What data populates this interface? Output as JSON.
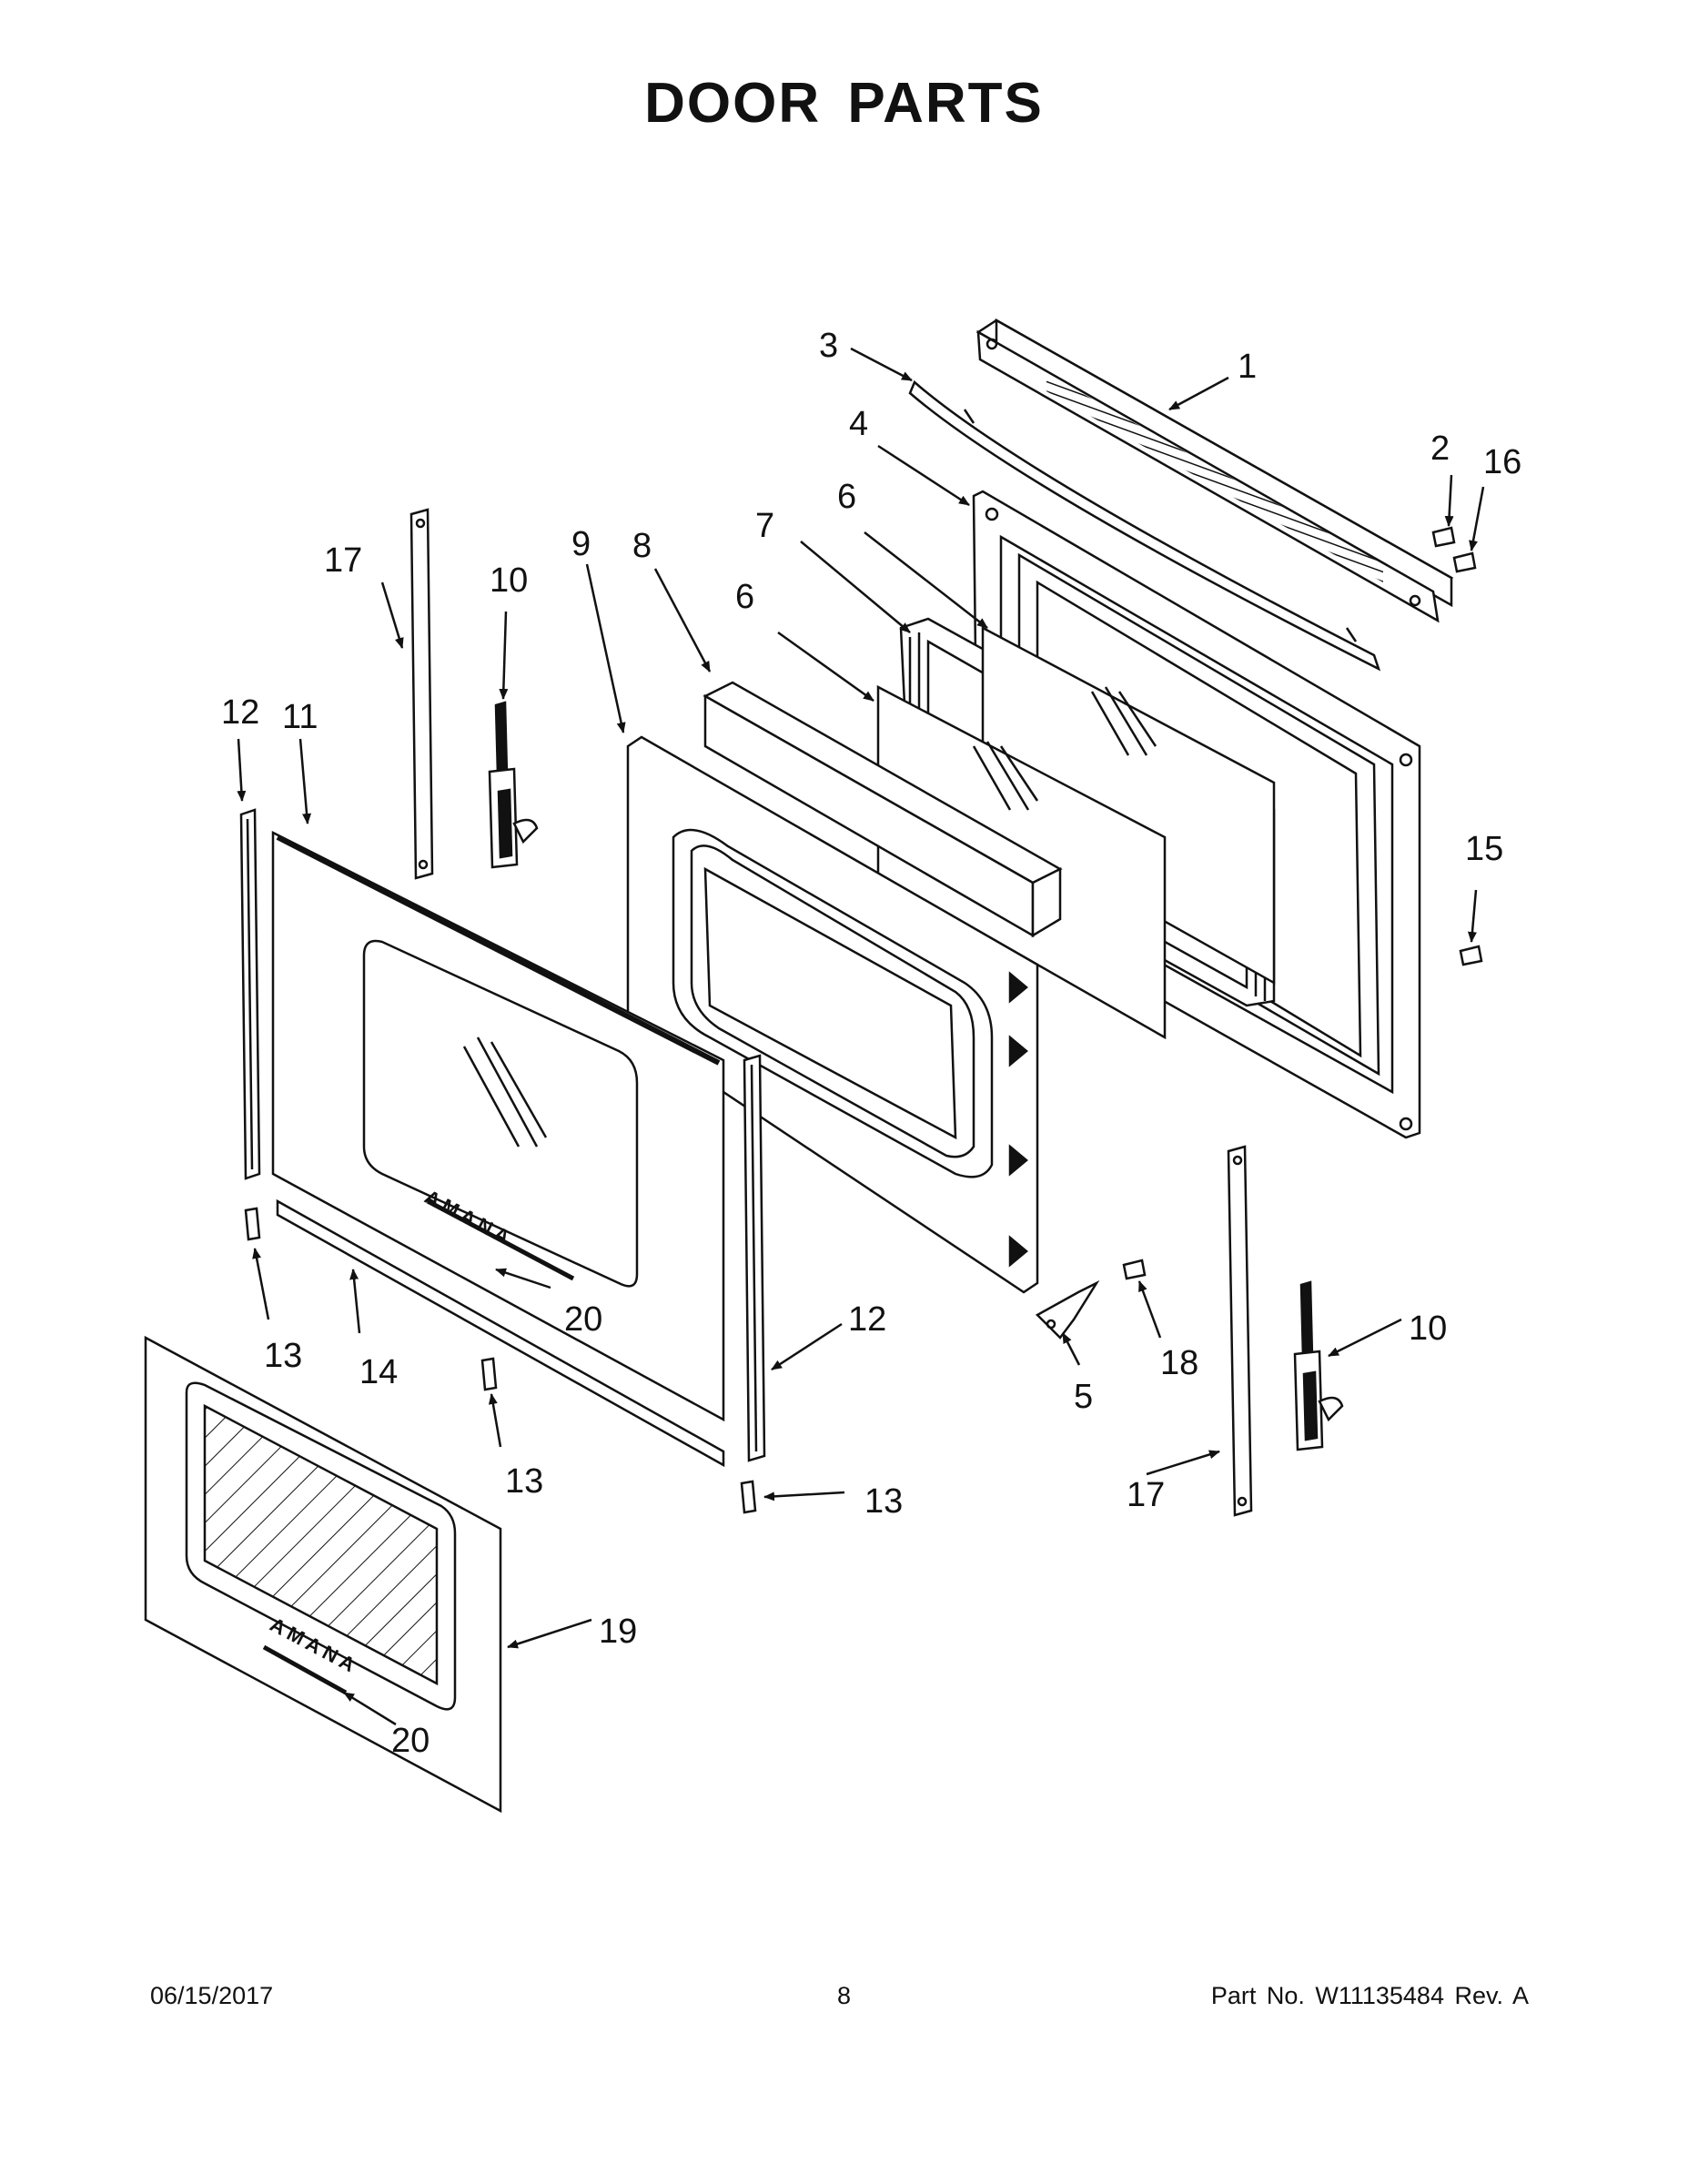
{
  "header": {
    "title": "DOOR PARTS"
  },
  "callouts": [
    {
      "id": "c-1",
      "label": "1"
    },
    {
      "id": "c-2",
      "label": "2"
    },
    {
      "id": "c-3",
      "label": "3"
    },
    {
      "id": "c-4",
      "label": "4"
    },
    {
      "id": "c-5",
      "label": "5"
    },
    {
      "id": "c-6a",
      "label": "6"
    },
    {
      "id": "c-6b",
      "label": "6"
    },
    {
      "id": "c-7",
      "label": "7"
    },
    {
      "id": "c-8",
      "label": "8"
    },
    {
      "id": "c-9",
      "label": "9"
    },
    {
      "id": "c-10a",
      "label": "10"
    },
    {
      "id": "c-10b",
      "label": "10"
    },
    {
      "id": "c-11",
      "label": "11"
    },
    {
      "id": "c-12a",
      "label": "12"
    },
    {
      "id": "c-12b",
      "label": "12"
    },
    {
      "id": "c-13a",
      "label": "13"
    },
    {
      "id": "c-13b",
      "label": "13"
    },
    {
      "id": "c-13c",
      "label": "13"
    },
    {
      "id": "c-14",
      "label": "14"
    },
    {
      "id": "c-15",
      "label": "15"
    },
    {
      "id": "c-16",
      "label": "16"
    },
    {
      "id": "c-17a",
      "label": "17"
    },
    {
      "id": "c-17b",
      "label": "17"
    },
    {
      "id": "c-18",
      "label": "18"
    },
    {
      "id": "c-19",
      "label": "19"
    },
    {
      "id": "c-20a",
      "label": "20"
    },
    {
      "id": "c-20b",
      "label": "20"
    }
  ],
  "brand_marks": {
    "door_logo": "AMANA",
    "outer_logo": "AMANA"
  },
  "footer": {
    "date": "06/15/2017",
    "page": "8",
    "part_number": "Part No.  W11135484  Rev.  A"
  }
}
